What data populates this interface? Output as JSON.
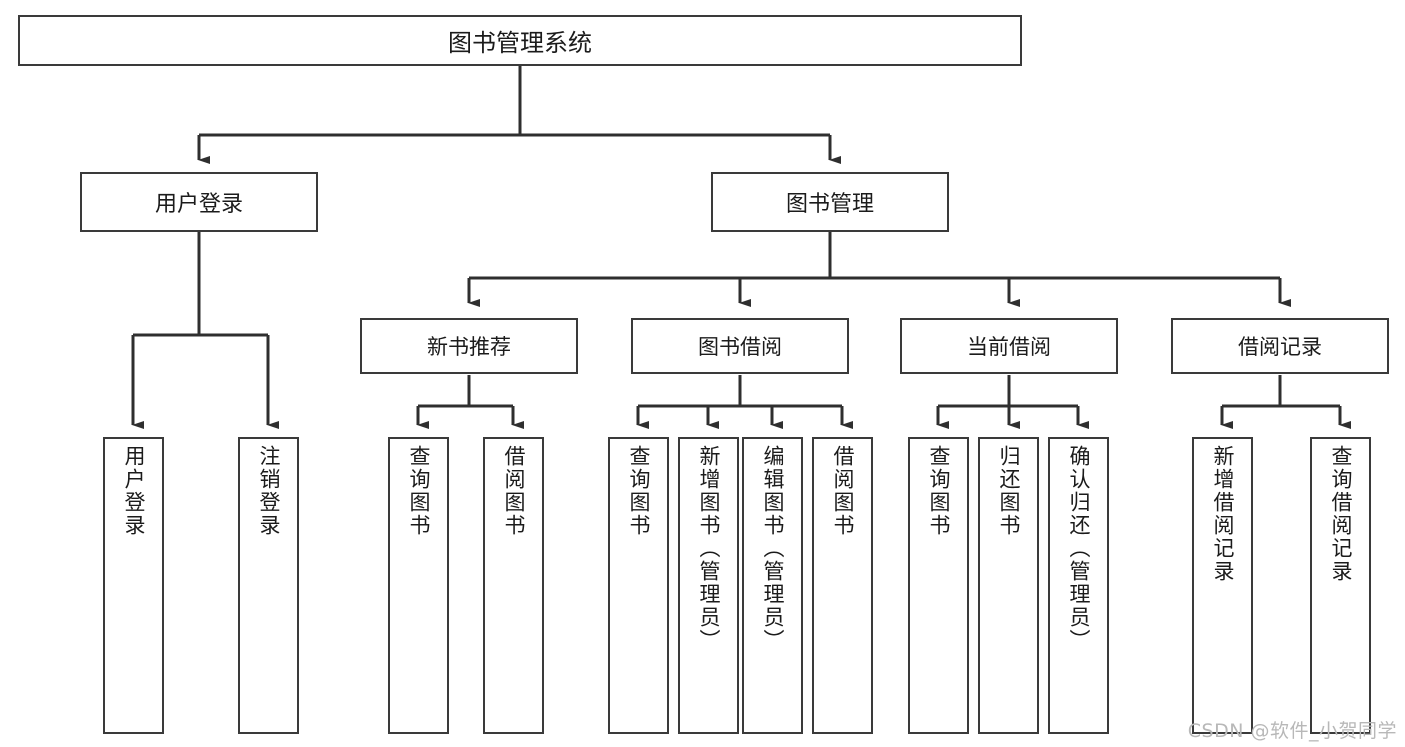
{
  "diagram": {
    "title": "图书管理系统",
    "type": "tree-hierarchy",
    "watermark": "CSDN @软件_小贺同学",
    "colors": {
      "box_border": "#3a3a3a",
      "box_fill": "#ffffff",
      "line": "#2f2f2f",
      "text": "#1b1b1b",
      "watermark": "#b8b8b8",
      "background": "#ffffff"
    },
    "root": {
      "label": "图书管理系统"
    },
    "level2": [
      {
        "id": "user-login",
        "label": "用户登录"
      },
      {
        "id": "book-manage",
        "label": "图书管理"
      }
    ],
    "level3": [
      {
        "id": "new-book-rec",
        "label": "新书推荐",
        "parent": "book-manage"
      },
      {
        "id": "book-borrow",
        "label": "图书借阅",
        "parent": "book-manage"
      },
      {
        "id": "current-borrow",
        "label": "当前借阅",
        "parent": "book-manage"
      },
      {
        "id": "borrow-record",
        "label": "借阅记录",
        "parent": "book-manage"
      }
    ],
    "leaves": [
      {
        "id": "leaf-user-login",
        "label": "用户登录",
        "parent": "user-login"
      },
      {
        "id": "leaf-user-logout",
        "label": "注销登录",
        "parent": "user-login"
      },
      {
        "id": "leaf-query-book-1",
        "label": "查询图书",
        "parent": "new-book-rec"
      },
      {
        "id": "leaf-borrow-book-1",
        "label": "借阅图书",
        "parent": "new-book-rec"
      },
      {
        "id": "leaf-query-book-2",
        "label": "查询图书",
        "parent": "book-borrow"
      },
      {
        "id": "leaf-add-book",
        "label": "新增图书（管理员）",
        "parent": "book-borrow"
      },
      {
        "id": "leaf-edit-book",
        "label": "编辑图书（管理员）",
        "parent": "book-borrow"
      },
      {
        "id": "leaf-borrow-book-2",
        "label": "借阅图书",
        "parent": "book-borrow"
      },
      {
        "id": "leaf-query-book-3",
        "label": "查询图书",
        "parent": "current-borrow"
      },
      {
        "id": "leaf-return-book",
        "label": "归还图书",
        "parent": "current-borrow"
      },
      {
        "id": "leaf-confirm-return",
        "label": "确认归还（管理员）",
        "parent": "current-borrow"
      },
      {
        "id": "leaf-add-record",
        "label": "新增借阅记录",
        "parent": "borrow-record"
      },
      {
        "id": "leaf-query-record",
        "label": "查询借阅记录",
        "parent": "borrow-record"
      }
    ]
  }
}
